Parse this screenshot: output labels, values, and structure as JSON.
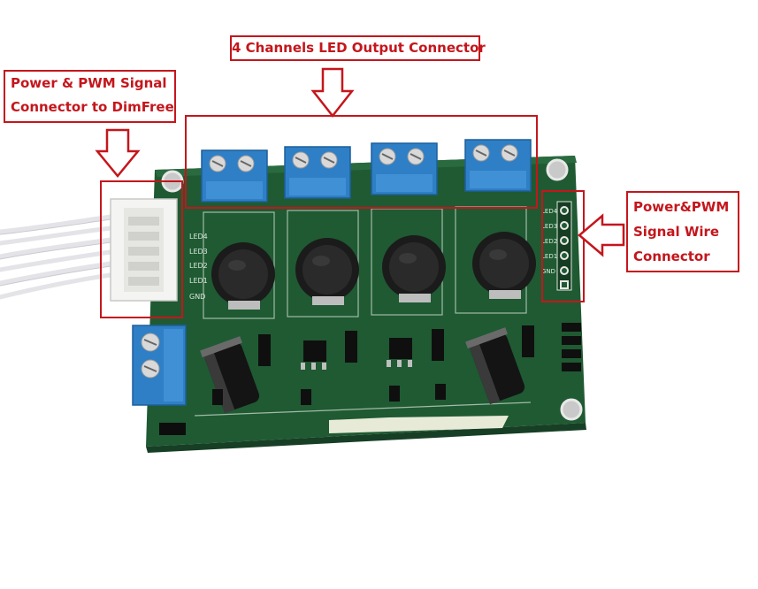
{
  "annotations": {
    "output_connector": "4 Channels LED Output Connector",
    "power_connector_line1": "Power & PWM Signal",
    "power_connector_line2": "Connector to DimFree",
    "wire_connector_line1": "Power&PWM",
    "wire_connector_line2": "Signal Wire",
    "wire_connector_line3": "Connector"
  },
  "board": {
    "pin_labels": [
      "LED4",
      "LED3",
      "LED2",
      "LED1",
      "GND"
    ]
  },
  "colors": {
    "annotation_red": "#c4161c",
    "pcb_green": "#1f5a32",
    "terminal_blue": "#2e7fc6"
  }
}
